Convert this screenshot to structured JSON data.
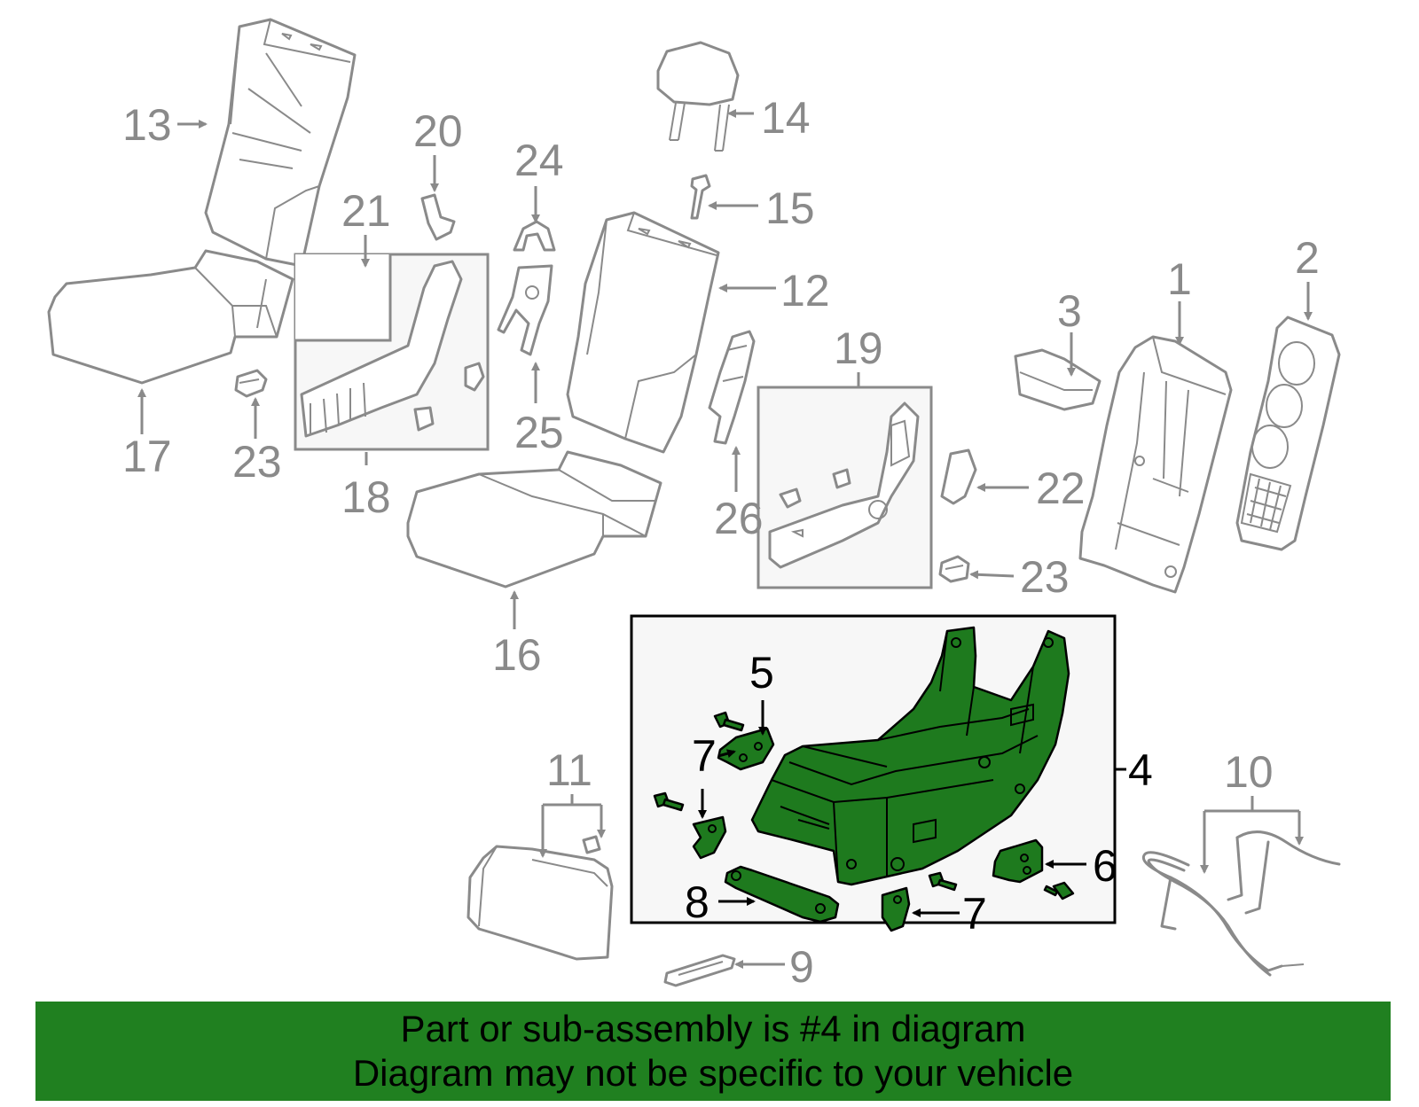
{
  "callouts": {
    "n1": "1",
    "n2": "2",
    "n3": "3",
    "n4": "4",
    "n5": "5",
    "n6": "6",
    "n7": "7",
    "n8": "8",
    "n9": "9",
    "n10": "10",
    "n11": "11",
    "n12": "12",
    "n13": "13",
    "n14": "14",
    "n15": "15",
    "n16": "16",
    "n17": "17",
    "n18": "18",
    "n19": "19",
    "n20": "20",
    "n21": "21",
    "n22": "22",
    "n23": "23",
    "n24": "24",
    "n25": "25",
    "n26": "26"
  },
  "banner": {
    "line1": "Part or sub-assembly is #4 in diagram",
    "line2": "Diagram may not be specific to your vehicle"
  },
  "colors": {
    "highlight": "#1e7a1e",
    "banner": "#208020",
    "line": "#8a8a8a"
  }
}
